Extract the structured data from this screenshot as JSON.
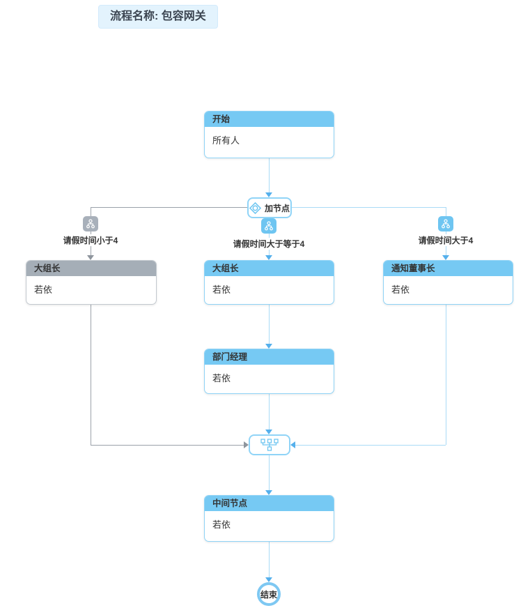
{
  "title_badge": {
    "text": "流程名称: 包容网关"
  },
  "flow": {
    "start_node": {
      "title": "开始",
      "assignee": "所有人"
    },
    "split_gateway": {
      "label": "加节点",
      "icon": "inclusive-gateway-diamond-icon"
    },
    "branches": [
      {
        "condition": "请假时间小于4",
        "state": "inactive",
        "icon": "condition-branch-icon",
        "node": {
          "title": "大组长",
          "assignee": "若依"
        }
      },
      {
        "condition": "请假时间大于等于4",
        "state": "active",
        "icon": "condition-branch-icon",
        "node": {
          "title": "大组长",
          "assignee": "若依"
        }
      },
      {
        "condition": "请假时间大于4",
        "state": "active",
        "icon": "condition-branch-icon",
        "node": {
          "title": "通知董事长",
          "assignee": "若依"
        }
      }
    ],
    "dept_manager_node": {
      "title": "部门经理",
      "assignee": "若依"
    },
    "join_gateway": {
      "icon": "merge-join-icon"
    },
    "middle_node": {
      "title": "中间节点",
      "assignee": "若依"
    },
    "end_node": {
      "label": "结束"
    }
  },
  "colors": {
    "node_header_active": "#76c9f3",
    "node_header_inactive": "#a5aeb7",
    "node_border_active": "#8fd3f6",
    "edge_active": "#a9daf6",
    "edge_inactive": "#9aa1a9",
    "arrow_active": "#55b0ec",
    "arrow_inactive": "#8e959d",
    "branch_icon_active": "#6ec5f1",
    "branch_icon_inactive": "#a8b0ba",
    "badge_bg": "#e3f3fd"
  }
}
